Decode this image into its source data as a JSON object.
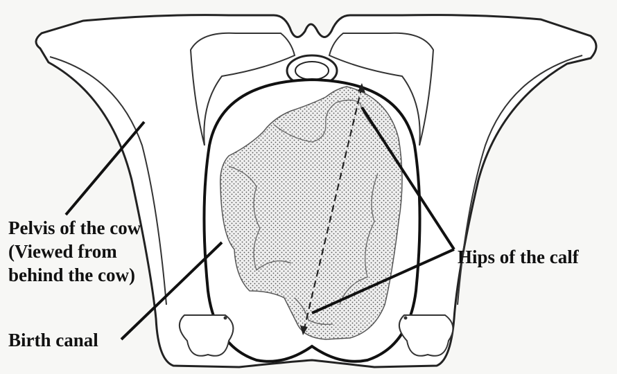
{
  "labels": {
    "pelvis_line1": "Pelvis of the cow",
    "pelvis_line2": "(Viewed from",
    "pelvis_line3": "behind the cow)",
    "birth_canal": "Birth canal",
    "hips_of_calf": "Hips of the calf"
  },
  "colors": {
    "ink": "#111111",
    "bone_fill": "#ffffff",
    "calf_fill": "#d9d9d9",
    "background": "#f7f7f5"
  }
}
